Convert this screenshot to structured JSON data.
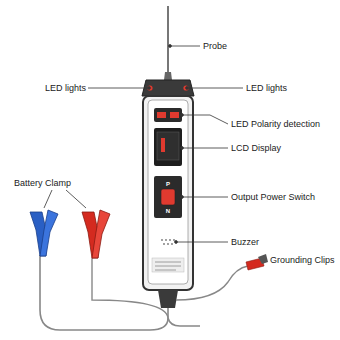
{
  "diagram": {
    "labels": [
      "Probe",
      "LED lights",
      "LED lights",
      "LED Polarity detection",
      "LCD Display",
      "Output Power Switch",
      "Buzzer",
      "Battery Clamp",
      "Grounding Clips",
      "P",
      "N"
    ]
  }
}
